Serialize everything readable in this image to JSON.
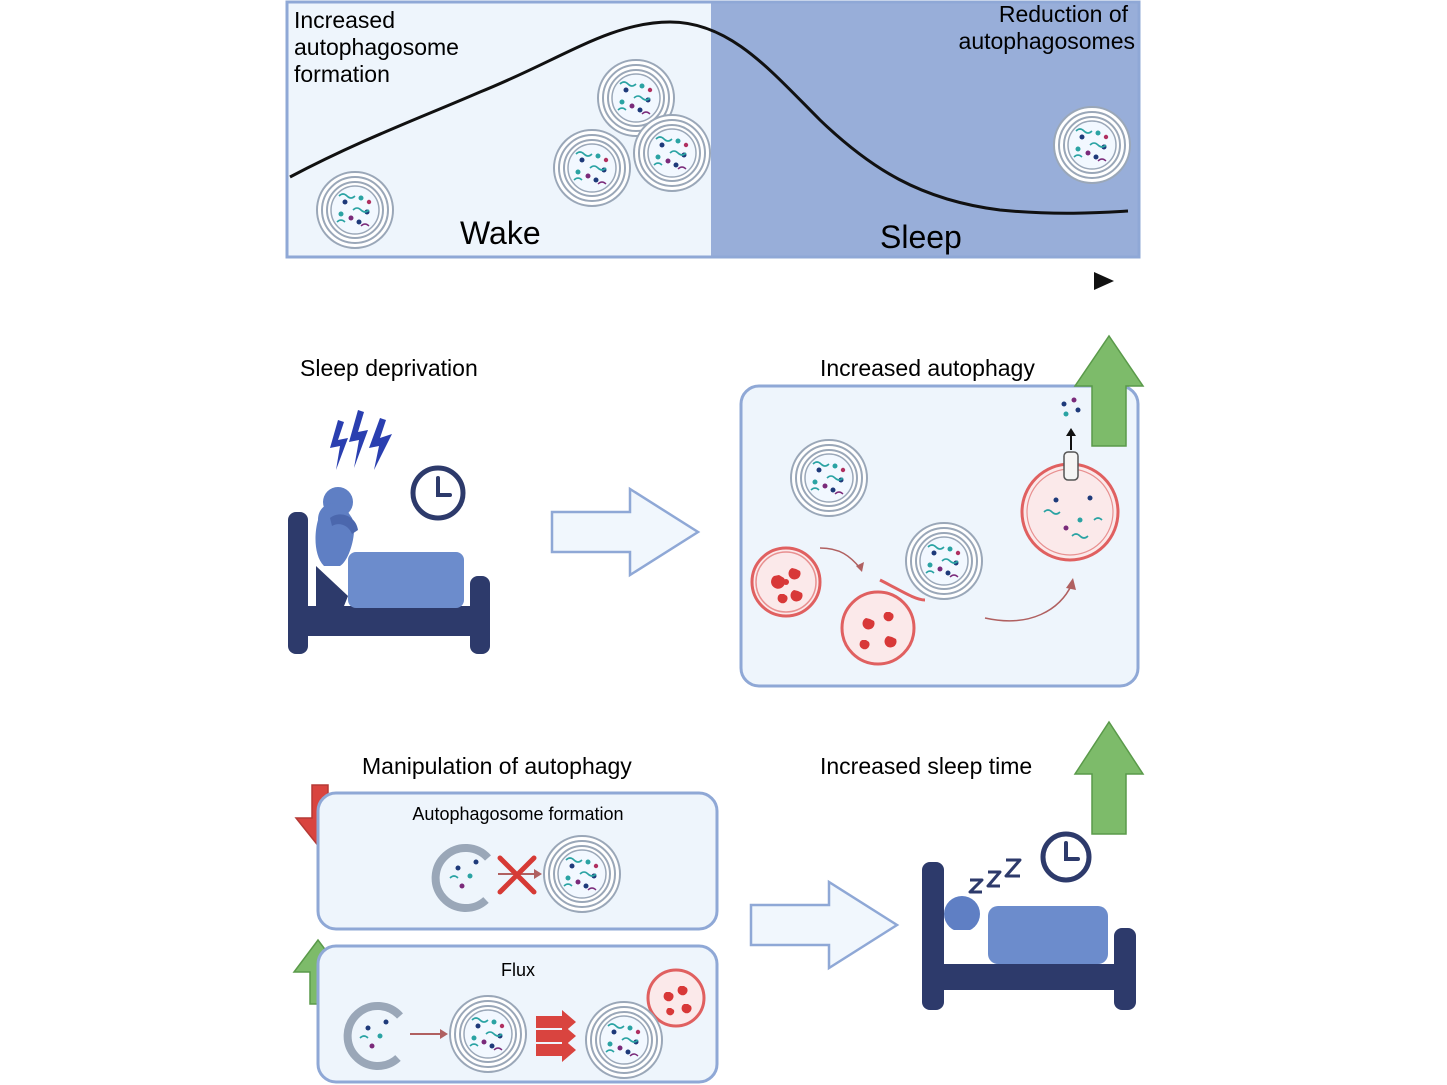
{
  "top_panel": {
    "label_increased": [
      "Increased",
      "autophagosome",
      "formation"
    ],
    "label_reduction": [
      "Reduction of",
      "autophagosomes"
    ],
    "wake_label": "Wake",
    "sleep_label": "Sleep"
  },
  "middle_panel": {
    "sleep_deprivation_label": "Sleep deprivation",
    "increased_autophagy_label": "Increased autophagy"
  },
  "bottom_panel": {
    "manipulation_label": "Manipulation of  autophagy",
    "autophagosome_formation_label": "Autophagosome formation",
    "flux_label": "Flux",
    "increased_sleep_label": "Increased sleep time"
  },
  "colors": {
    "wake_bg": "#eef5fc",
    "sleep_bg": "#98aed9",
    "box_border": "#8fa8d6",
    "panel_bg": "#eef5fc",
    "bed_dark": "#2d3a6b",
    "bed_blanket": "#6c8ccc",
    "person": "#5f7fc4",
    "lightning": "#2a3fb0",
    "up_arrow": "#7dbb6a",
    "down_arrow": "#d9443f",
    "lysosome": "#e06060",
    "cross": "#d63a35"
  },
  "icons": [
    "lightning-icon",
    "clock-icon",
    "zzz-icon",
    "autophagosome-icon",
    "lysosome-icon",
    "up-arrow-icon",
    "down-arrow-icon",
    "right-arrow-icon",
    "x-cross-icon"
  ]
}
